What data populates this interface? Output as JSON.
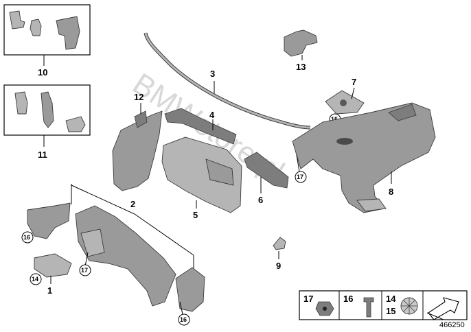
{
  "diagram": {
    "watermark": "BMWstore.pl",
    "catalog_number": "466250",
    "callouts": {
      "c1": "1",
      "c2": "2",
      "c3": "3",
      "c4": "4",
      "c5": "5",
      "c6": "6",
      "c7": "7",
      "c8": "8",
      "c9": "9",
      "c10": "10",
      "c11": "11",
      "c12": "12",
      "c13": "13"
    },
    "circled": {
      "c14": "14",
      "c15": "15",
      "c16a": "16",
      "c16b": "16",
      "c17a": "17",
      "c17b": "17"
    },
    "legend": {
      "cell_a": "17",
      "cell_b": "16",
      "cell_c_top": "14",
      "cell_c_bottom": "15"
    },
    "colors": {
      "part": "#9a9a9a",
      "outline": "#3a3a3a",
      "watermark": "#b9b9b9"
    }
  }
}
